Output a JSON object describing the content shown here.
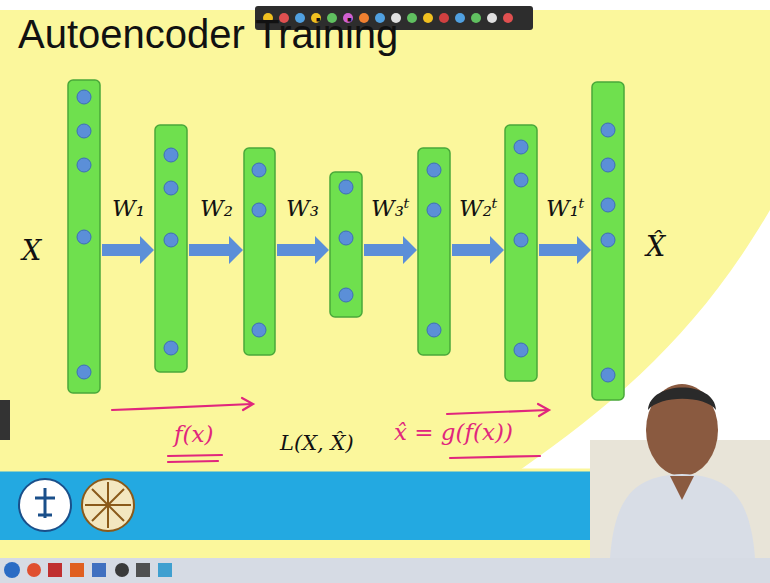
{
  "diagram": {
    "title": "Autoencoder Training",
    "labels": [
      "X",
      "W₁",
      "W₂",
      "W₃",
      "W₃ᵗ",
      "W₂ᵗ",
      "W₁ᵗ",
      "X̂",
      "f(x)",
      "L(X, X̂)",
      "x̂ = g(f(x))"
    ]
  }
}
